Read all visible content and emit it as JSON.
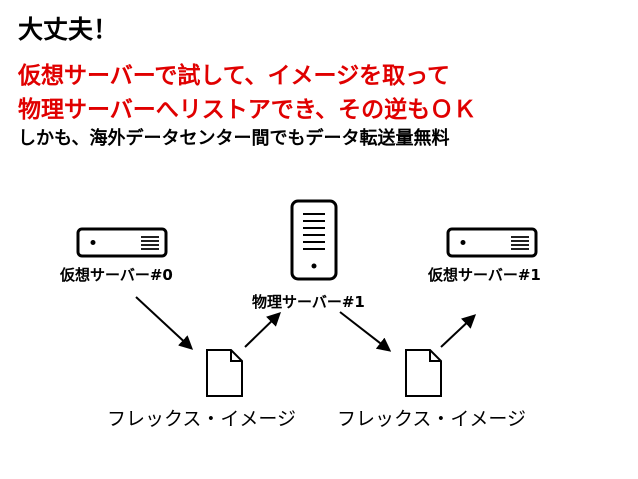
{
  "slide": {
    "title": "大丈夫！",
    "lines_red": [
      "仮想サーバーで試して、イメージを取って",
      "物理サーバーへリストアでき、その逆もＯＫ"
    ],
    "note": "しかも、海外データセンター間でもデータ転送量無料",
    "accent_color": "#e00000"
  },
  "diagram": {
    "nodes": [
      {
        "label": "仮想サーバー#0",
        "icon": "rack-server-icon"
      },
      {
        "label": "物理サーバー#1",
        "icon": "tower-server-icon"
      },
      {
        "label": "仮想サーバー#1",
        "icon": "rack-server-icon"
      }
    ],
    "images": [
      {
        "label": "フレックス・イメージ",
        "icon": "document-icon"
      },
      {
        "label": "フレックス・イメージ",
        "icon": "document-icon"
      }
    ]
  }
}
